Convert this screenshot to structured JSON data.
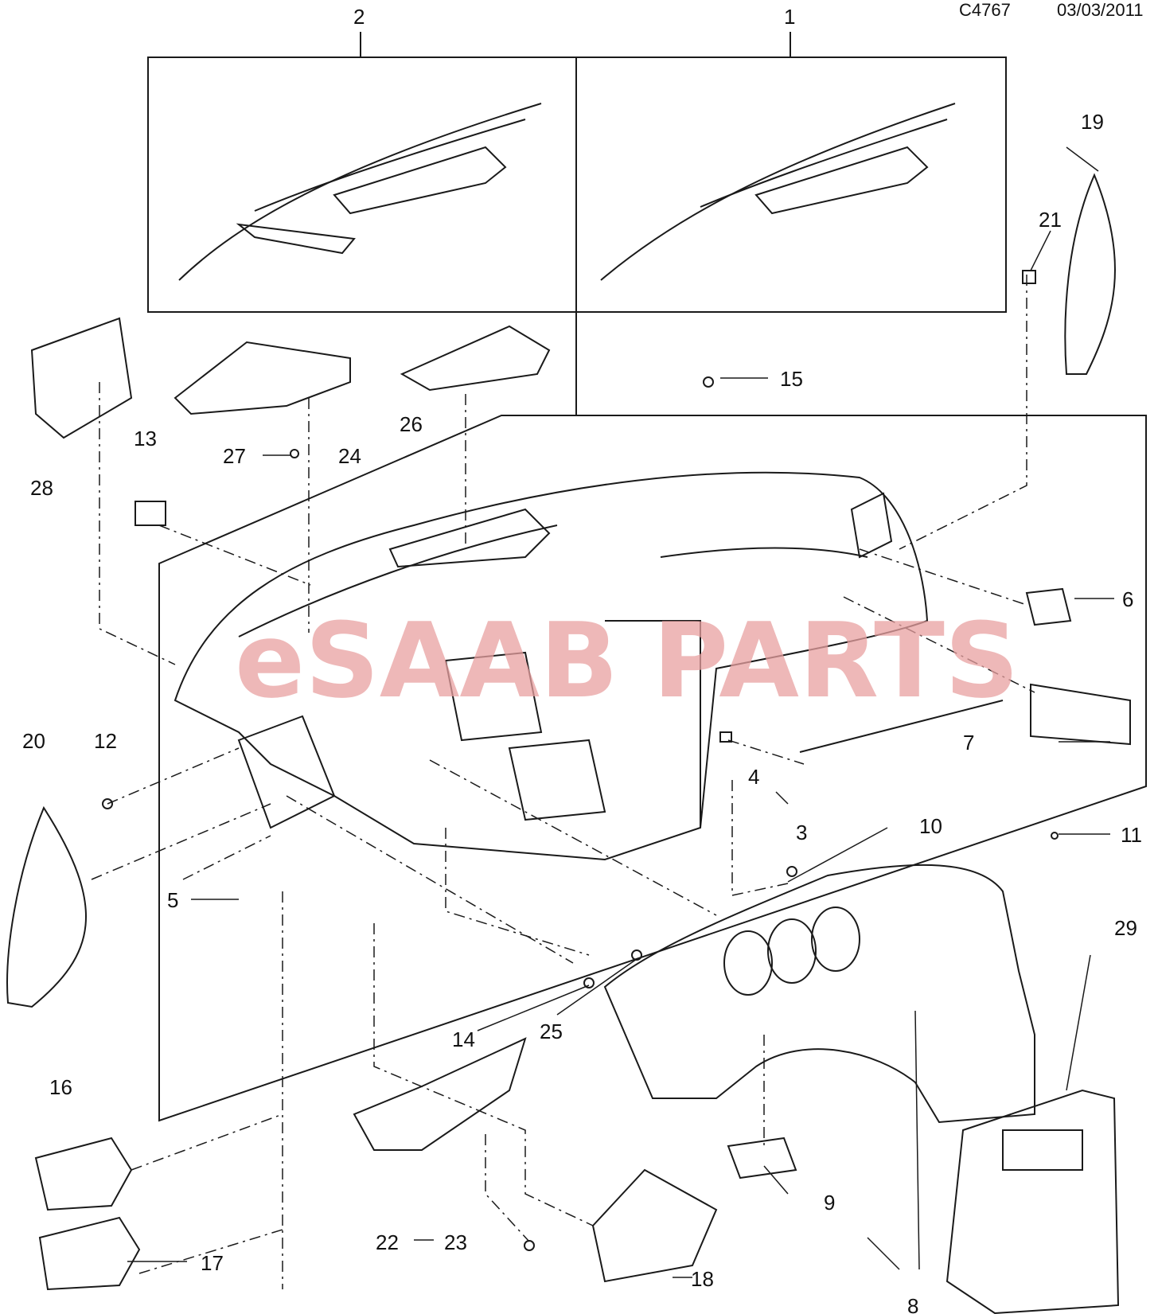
{
  "header": {
    "drawing_code": "C4767",
    "date": "03/03/2011"
  },
  "watermark": {
    "text_a": "eSAAB",
    "text_b": "PARTS",
    "color": "#e8a0a0"
  },
  "callouts": [
    "1",
    "2",
    "3",
    "4",
    "5",
    "6",
    "7",
    "8",
    "9",
    "10",
    "11",
    "12",
    "13",
    "14",
    "15",
    "16",
    "17",
    "18",
    "19",
    "20",
    "21",
    "22",
    "23",
    "24",
    "25",
    "26",
    "27",
    "28",
    "29"
  ],
  "colors": {
    "line": "#1a1a1a",
    "fill": "#ffffff"
  }
}
